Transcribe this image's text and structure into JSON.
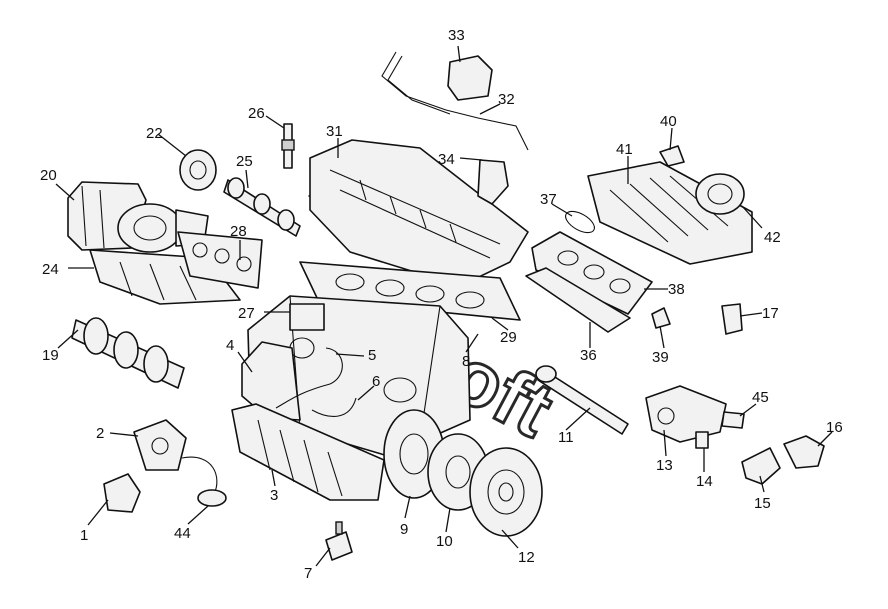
{
  "diagram": {
    "labels": [
      "1",
      "2",
      "3",
      "4",
      "5",
      "6",
      "7",
      "8",
      "9",
      "10",
      "11",
      "12",
      "13",
      "14",
      "15",
      "16",
      "17",
      "19",
      "20",
      "22",
      "24",
      "25",
      "26",
      "27",
      "28",
      "29",
      "31",
      "32",
      "33",
      "34",
      "36",
      "37",
      "38",
      "39",
      "40",
      "41",
      "42",
      "44",
      "45"
    ],
    "watermark": "Autosoft"
  }
}
